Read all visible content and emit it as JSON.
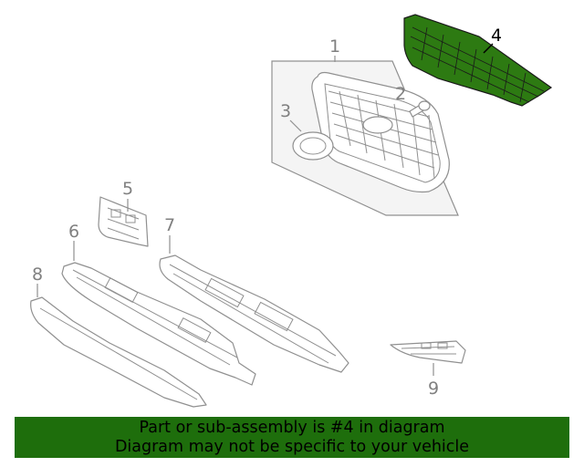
{
  "diagram": {
    "callouts": [
      {
        "id": "1",
        "label": "1",
        "highlighted": false
      },
      {
        "id": "2",
        "label": "2",
        "highlighted": false
      },
      {
        "id": "3",
        "label": "3",
        "highlighted": false
      },
      {
        "id": "4",
        "label": "4",
        "highlighted": true
      },
      {
        "id": "5",
        "label": "5",
        "highlighted": false
      },
      {
        "id": "6",
        "label": "6",
        "highlighted": false
      },
      {
        "id": "7",
        "label": "7",
        "highlighted": false
      },
      {
        "id": "8",
        "label": "8",
        "highlighted": false
      },
      {
        "id": "9",
        "label": "9",
        "highlighted": false
      }
    ],
    "colors": {
      "highlight": "#2d7a12",
      "outline": "#909090",
      "banner_bg": "#1e6e0c"
    }
  },
  "banner": {
    "line1": "Part or sub-assembly is #4 in diagram",
    "line2": "Diagram may not be specific to your vehicle"
  }
}
